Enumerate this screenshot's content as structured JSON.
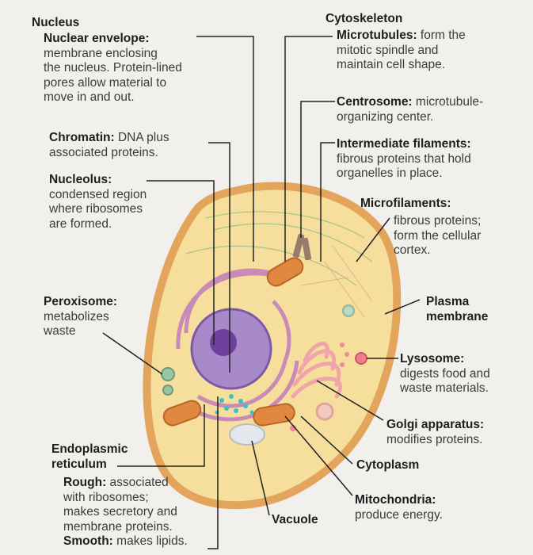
{
  "labels": {
    "nucleus": {
      "title": "Nucleus",
      "nuclear_envelope_term": "Nuclear envelope:",
      "nuclear_envelope_lines": [
        "membrane enclosing",
        "the nucleus. Protein-lined",
        "pores allow material to",
        "move in and out."
      ],
      "chromatin_term": "Chromatin:",
      "chromatin_rest": " DNA plus",
      "chromatin_line2": "associated proteins.",
      "nucleolus_term": "Nucleolus:",
      "nucleolus_lines": [
        "condensed region",
        "where ribosomes",
        "are formed."
      ]
    },
    "cytoskeleton": {
      "title": "Cytoskeleton",
      "microtubules_term": "Microtubules:",
      "microtubules_rest": " form the",
      "microtubules_lines": [
        "mitotic spindle and",
        "maintain cell shape."
      ],
      "centrosome_term": "Centrosome:",
      "centrosome_rest": " microtubule-",
      "centrosome_line2": "organizing center.",
      "intermediate_term": "Intermediate filaments:",
      "intermediate_lines": [
        "fibrous proteins that hold",
        "organelles in place."
      ],
      "microfilaments_term": "Microfilaments:",
      "microfilaments_lines": [
        "fibrous proteins;",
        "form the cellular",
        "cortex."
      ]
    },
    "peroxisome": {
      "term": "Peroxisome:",
      "lines": [
        "metabolizes",
        "waste"
      ]
    },
    "plasma_membrane": {
      "lines": [
        "Plasma",
        "membrane"
      ]
    },
    "lysosome": {
      "term": "Lysosome:",
      "lines": [
        "digests food and",
        "waste materials."
      ]
    },
    "golgi": {
      "term": "Golgi apparatus:",
      "line": "modifies proteins."
    },
    "cytoplasm": {
      "term": "Cytoplasm"
    },
    "mitochondria": {
      "term": "Mitochondria:",
      "line": "produce energy."
    },
    "vacuole": {
      "term": "Vacuole"
    },
    "er": {
      "term_lines": [
        "Endoplasmic",
        "reticulum"
      ],
      "rough_term": "Rough:",
      "rough_rest": " associated",
      "rough_lines": [
        "with ribosomes;",
        "makes secretory and",
        "membrane proteins."
      ],
      "smooth_term": "Smooth:",
      "smooth_rest": " makes lipids."
    }
  },
  "colors": {
    "cell_fill": "#f6df9c",
    "cell_border": "#e3a55c",
    "nucleus": "#a889c9",
    "nucleolus": "#6f3f9e",
    "rough_er": "#c98ab8",
    "golgi": "#f2a5a8",
    "mitochondria": "#e0883f",
    "leader_lines": "#222222"
  }
}
